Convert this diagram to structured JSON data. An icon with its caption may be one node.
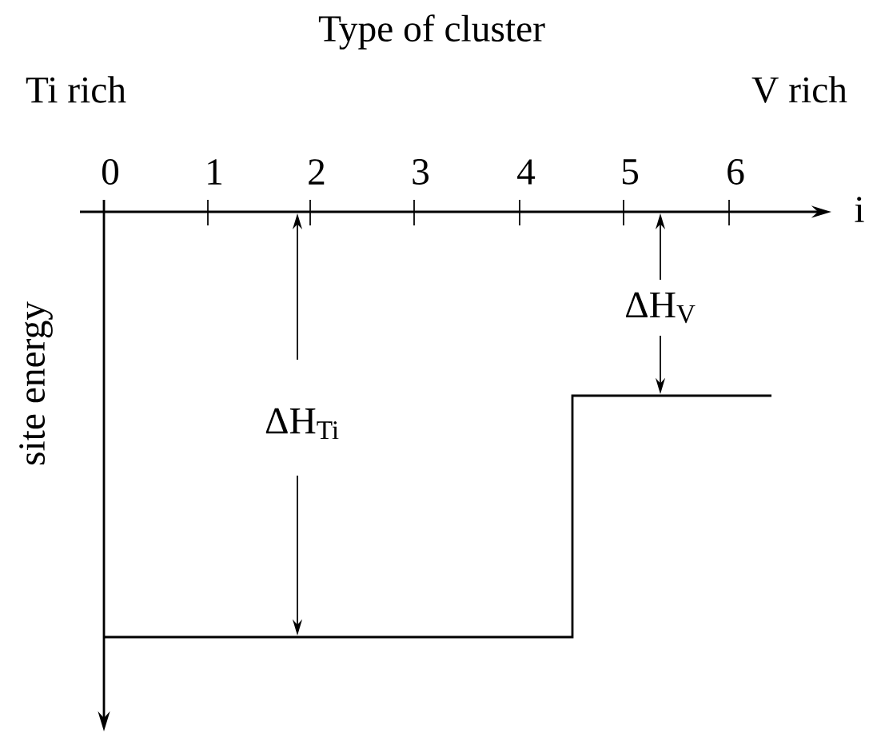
{
  "diagram": {
    "title": "Type of cluster",
    "labels": [
      "Ti rich",
      "V rich",
      "0",
      "1",
      "2",
      "3",
      "4",
      "5",
      "6",
      "i",
      "site energy",
      "ΔH$_{Ti}$",
      "ΔH$_{V}$"
    ]
  }
}
